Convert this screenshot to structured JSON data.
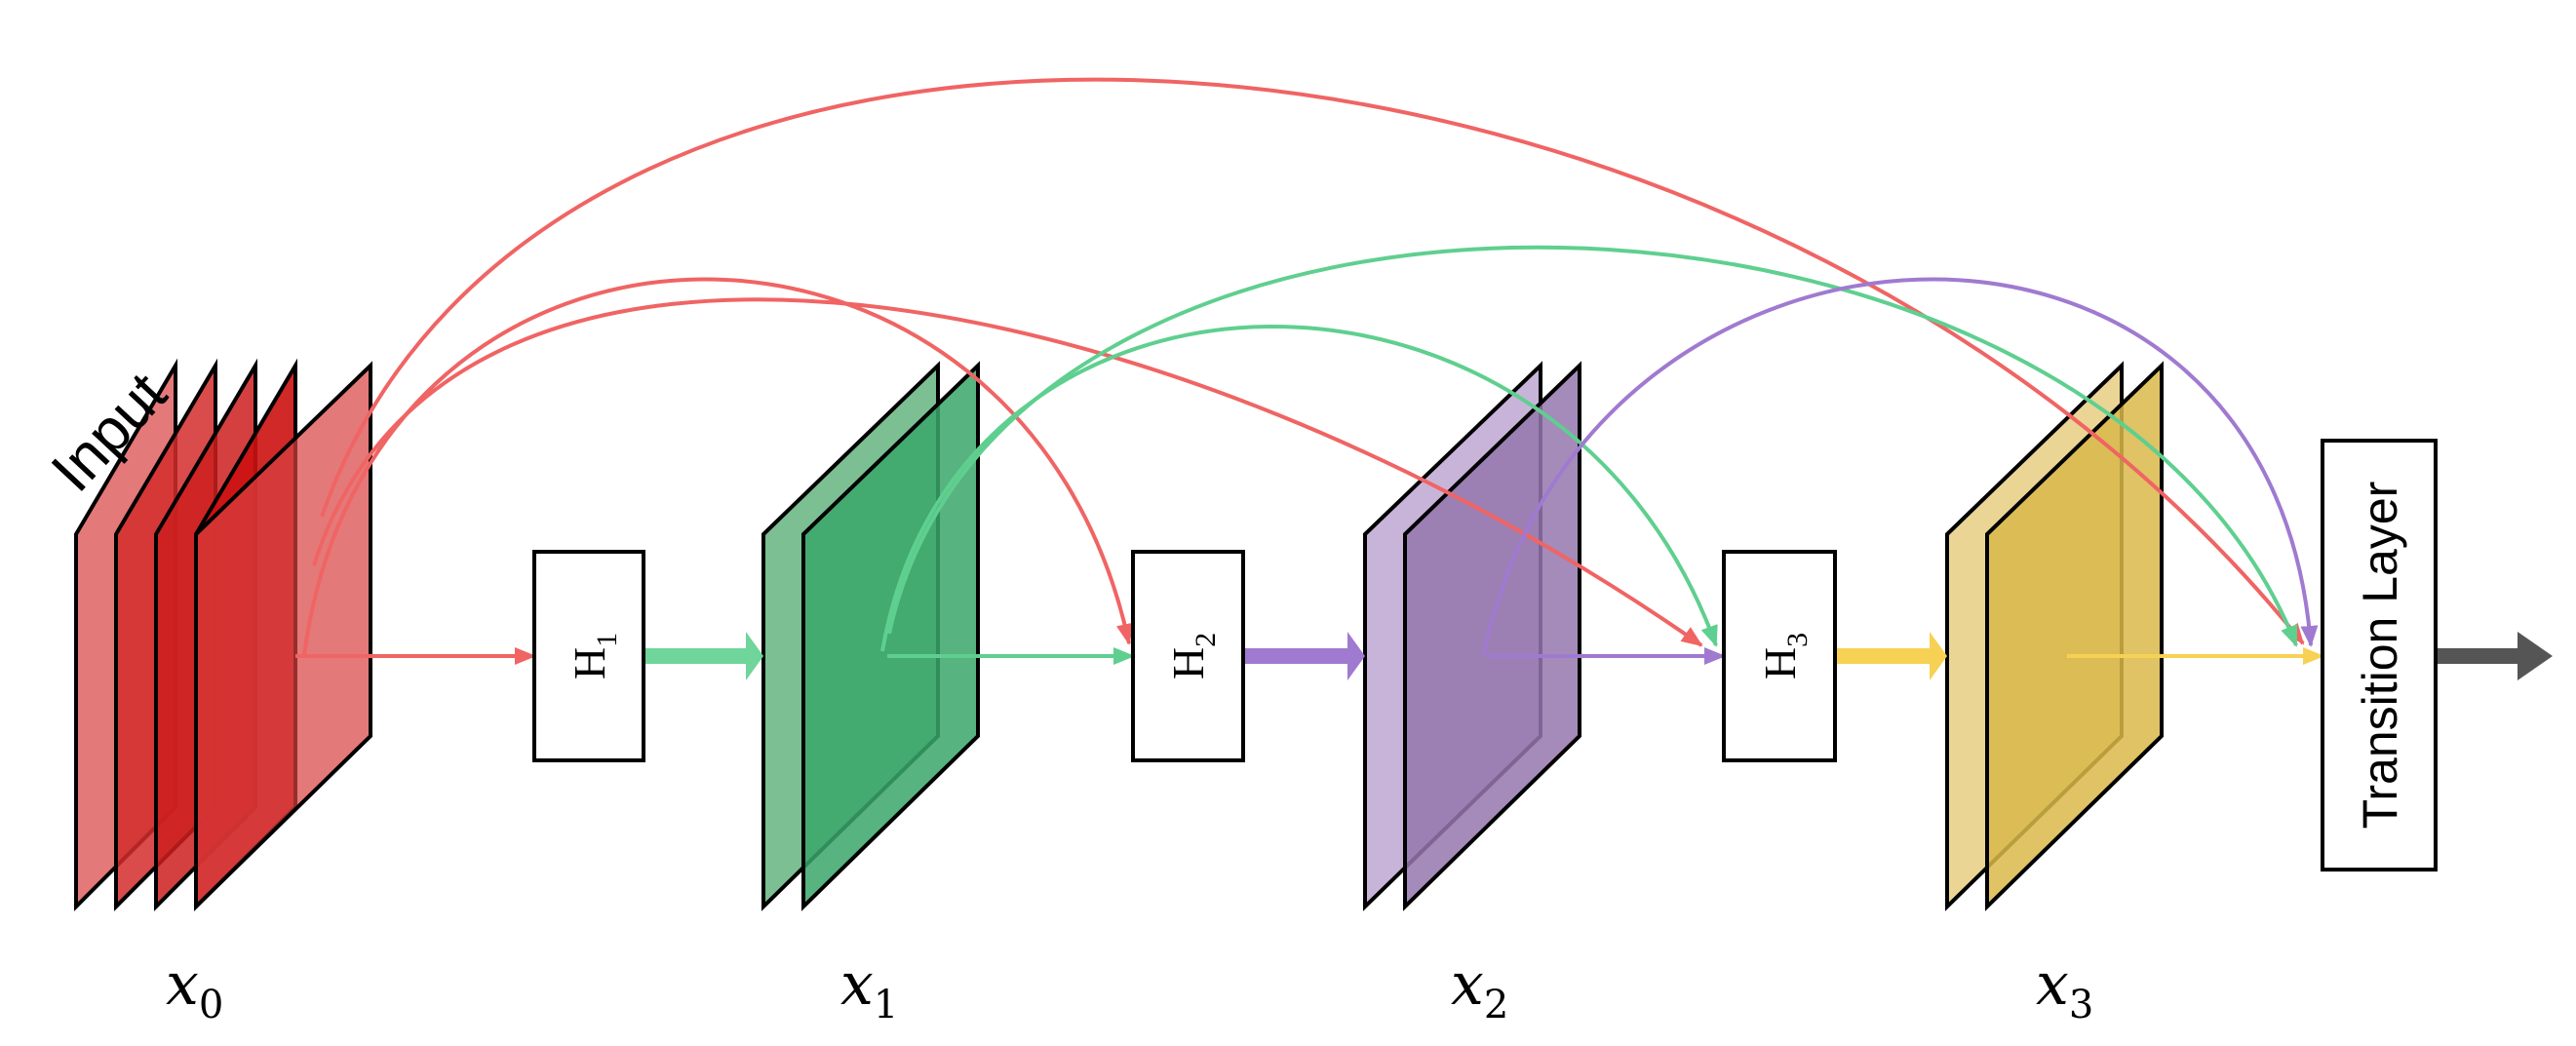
{
  "input_label": "Input",
  "blocks": [
    {
      "label": "H",
      "sub": "1"
    },
    {
      "label": "H",
      "sub": "2"
    },
    {
      "label": "H",
      "sub": "3"
    }
  ],
  "transition_label": "Transition Layer",
  "feature_maps": [
    {
      "label": "x",
      "sub": "0",
      "color": "#d62728"
    },
    {
      "label": "x",
      "sub": "1",
      "color": "#3aa66a"
    },
    {
      "label": "x",
      "sub": "2",
      "color": "#9b7bb8"
    },
    {
      "label": "x",
      "sub": "3",
      "color": "#d9b84a"
    }
  ],
  "colors": {
    "red_arrow": "#f06464",
    "green_arrow": "#5fcf8f",
    "purple_arrow": "#a07ad0",
    "yellow_arrow": "#f7d154",
    "output_arrow": "#555555"
  }
}
